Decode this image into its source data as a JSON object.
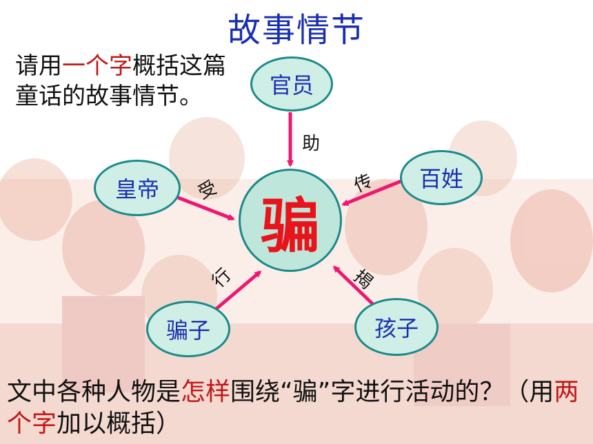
{
  "title": "故事情节",
  "prompt": {
    "before": "请用",
    "highlight": "一个字",
    "after": "概括这篇童话的故事情节。"
  },
  "center": "骗",
  "nodes": {
    "officials": "官员",
    "emperor": "皇帝",
    "people": "百姓",
    "swindler": "骗子",
    "child": "孩子"
  },
  "verbs": {
    "officials": "助",
    "emperor": "受",
    "people": "传",
    "swindler": "行",
    "child": "揭"
  },
  "question": {
    "part1": "文中各种人物是",
    "highlight1": "怎样",
    "part2": "围绕“骗”字进行活动的？（用",
    "highlight2": "两个字",
    "part3": "加以概括）"
  },
  "colors": {
    "title": "#1a2fb0",
    "highlight": "#c01818",
    "center_char": "#e8141c",
    "arrow": "#ee1870",
    "node_fill": "#cfeee6",
    "node_border": "#1a8a8a"
  }
}
